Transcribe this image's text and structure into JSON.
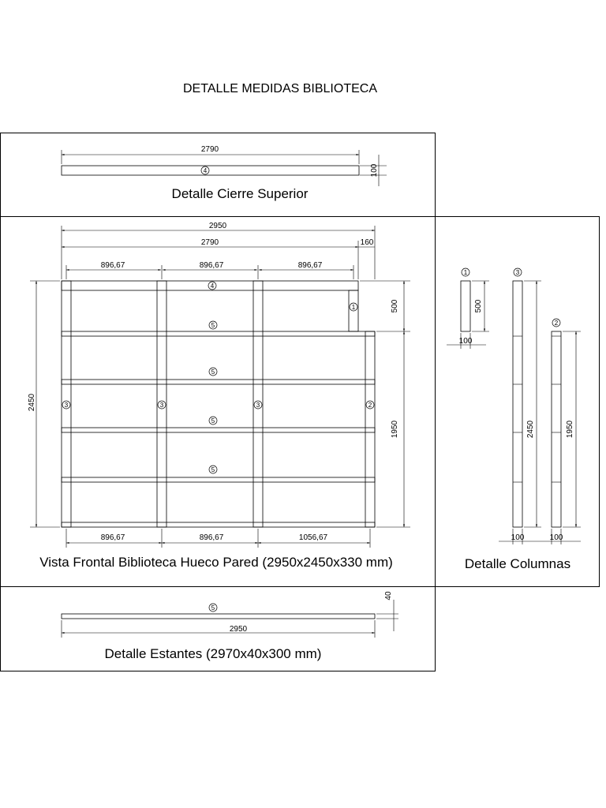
{
  "title": "DETALLE MEDIDAS BIBLIOTECA",
  "cierre_superior": {
    "caption": "Detalle Cierre Superior",
    "width_dim": "2790",
    "height_dim": "100",
    "part_marker": "4"
  },
  "vista_frontal": {
    "caption": "Vista Frontal Biblioteca Hueco Pared (2950x2450x330 mm)",
    "overall_width": "2950",
    "inner_width": "2790",
    "offset": "160",
    "top_spans": [
      "896,67",
      "896,67",
      "896,67"
    ],
    "bottom_spans": [
      "896,67",
      "896,67",
      "1056,67"
    ],
    "total_height": "2450",
    "top_block_height": "500",
    "lower_height": "1950",
    "markers": {
      "cierre": "4",
      "tapa": "1",
      "estante": "5",
      "columna_larga": "3",
      "columna_corta": "2"
    }
  },
  "columnas": {
    "caption": "Detalle Columnas",
    "col1_marker": "1",
    "col1_height": "500",
    "col1_width": "100",
    "col3_marker": "3",
    "col3_height": "2450",
    "col3_width": "100",
    "col2_marker": "2",
    "col2_height": "1950",
    "col2_width": "100"
  },
  "estantes": {
    "caption": "Detalle Estantes (2970x40x300 mm)",
    "width_dim": "2950",
    "thickness_dim": "40",
    "part_marker": "5"
  }
}
